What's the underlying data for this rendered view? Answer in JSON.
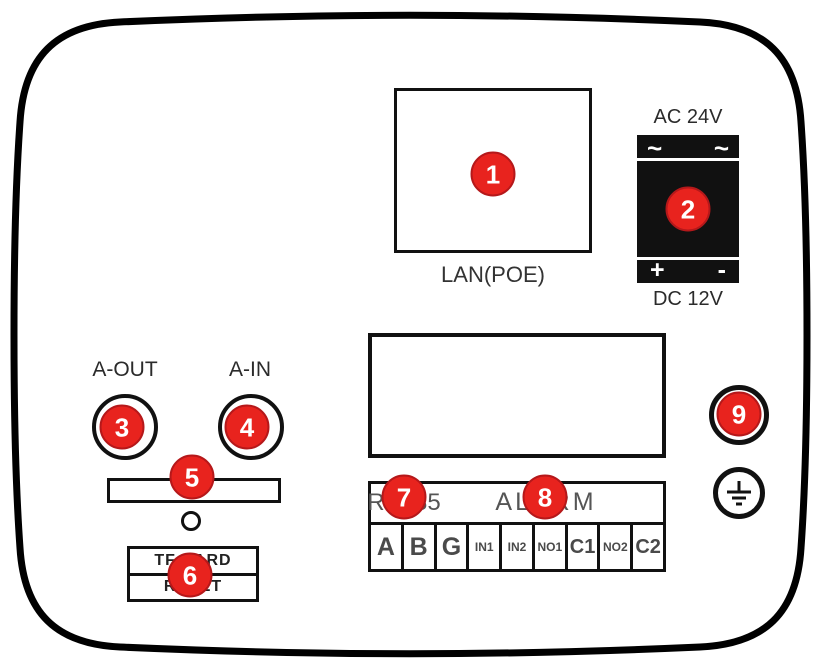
{
  "colors": {
    "outline": "#000000",
    "callout_fill": "#e8231e",
    "callout_border": "#b5181a",
    "callout_text": "#ffffff",
    "label_text": "#2b2b2b",
    "terminal_text": "#555555"
  },
  "network": {
    "lan_label": "LAN(POE)"
  },
  "power": {
    "ac_label": "AC 24V",
    "dc_label": "DC 12V",
    "tilde_left": "~",
    "tilde_right": "~",
    "plus": "+",
    "minus": "-"
  },
  "audio": {
    "out_label": "A-OUT",
    "in_label": "A-IN"
  },
  "storage": {
    "tf_label": "TF CARD",
    "reset_label": "RESET"
  },
  "terminal": {
    "rs485_label": "RS485",
    "alarm_label": "ALARM",
    "cells": [
      "A",
      "B",
      "G",
      "IN1",
      "IN2",
      "NO1",
      "C1",
      "NO2",
      "C2"
    ]
  },
  "icons": {
    "ground": "earth-ground-symbol"
  },
  "callouts": [
    {
      "number": "1"
    },
    {
      "number": "2"
    },
    {
      "number": "3"
    },
    {
      "number": "4"
    },
    {
      "number": "5"
    },
    {
      "number": "6"
    },
    {
      "number": "7"
    },
    {
      "number": "8"
    },
    {
      "number": "9"
    }
  ]
}
